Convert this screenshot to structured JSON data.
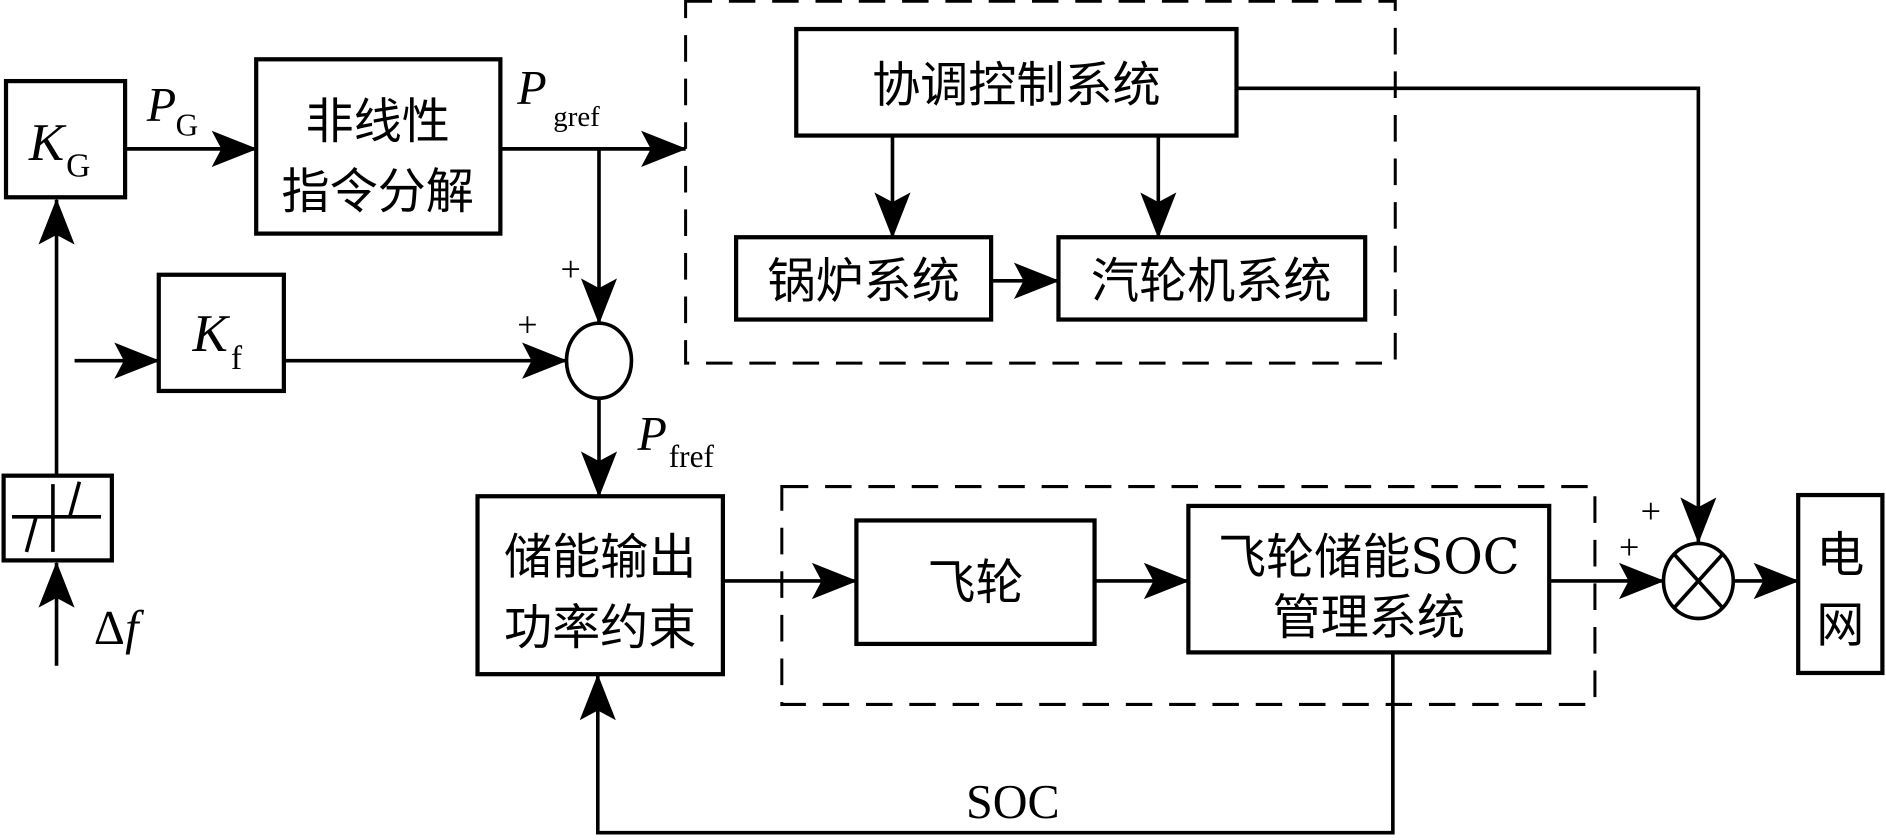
{
  "diagram": {
    "blocks": {
      "kg": {
        "main": "K",
        "sub": "G"
      },
      "kf": {
        "main": "K",
        "sub": "f"
      },
      "nonlinear": {
        "line1": "非线性",
        "line2": "指令分解"
      },
      "coord": {
        "label": "协调控制系统"
      },
      "boiler": {
        "label": "锅炉系统"
      },
      "turbine": {
        "label": "汽轮机系统"
      },
      "storage_constraint": {
        "line1": "储能输出",
        "line2": "功率约束"
      },
      "flywheel": {
        "label": "飞轮"
      },
      "soc_mgmt": {
        "line1": "飞轮储能SOC",
        "line2": "管理系统"
      },
      "grid": {
        "line1": "电",
        "line2": "网"
      }
    },
    "signals": {
      "pg": {
        "main": "P",
        "sub": "G"
      },
      "pgref": {
        "main": "P",
        "sub": "gref"
      },
      "pfref": {
        "main": "P",
        "sub": "fref"
      },
      "delta_f": {
        "delta": "Δ",
        "var": "f"
      },
      "soc": "SOC"
    },
    "signs": {
      "sum1_top": "+",
      "sum1_left": "+",
      "sum2_top": "+",
      "sum2_left": "+"
    }
  }
}
